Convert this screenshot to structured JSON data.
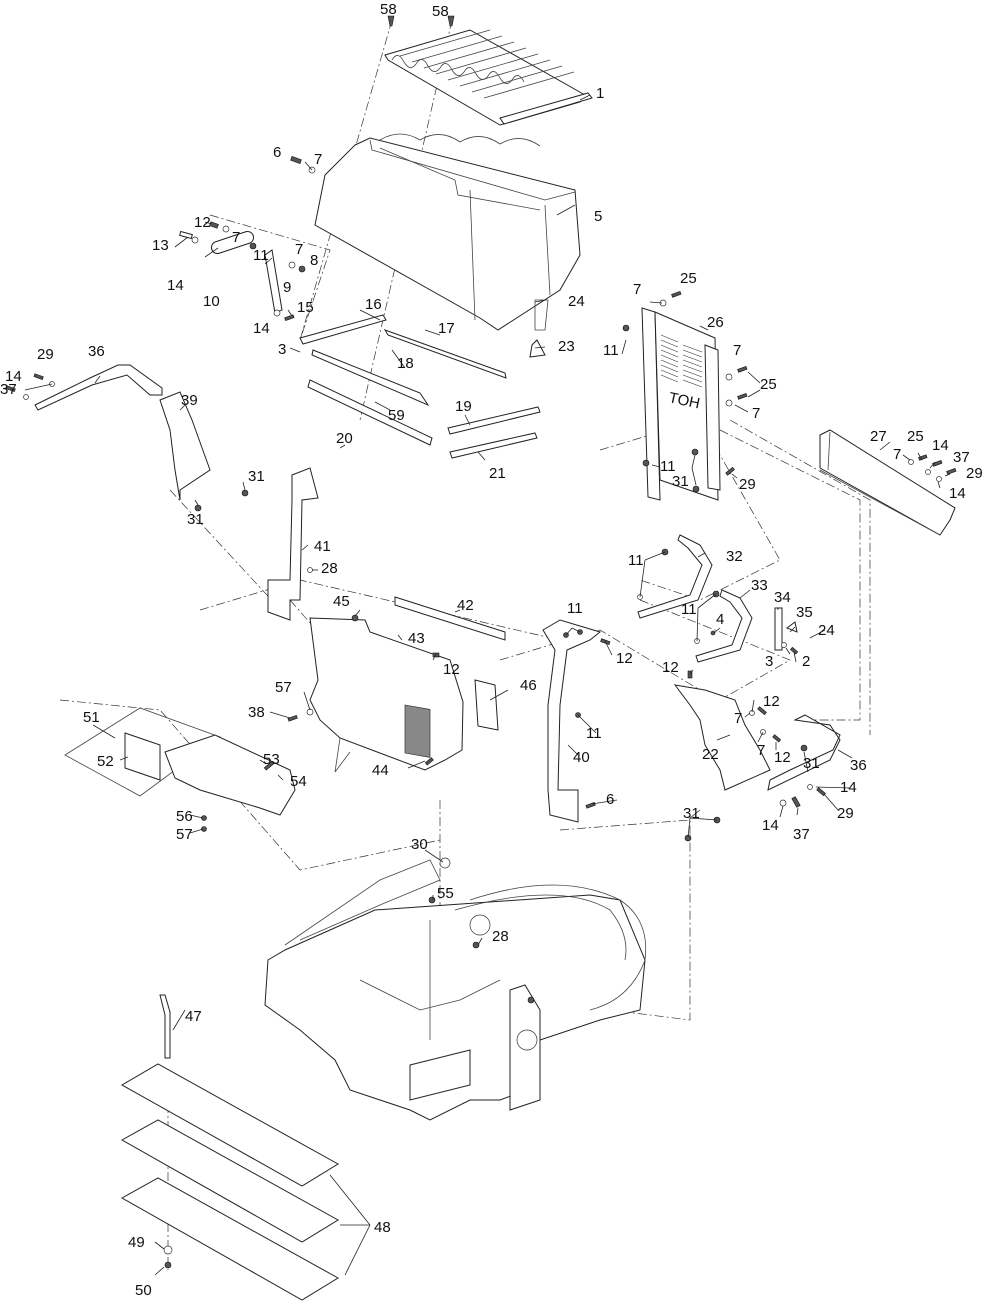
{
  "diagram": {
    "title": "Exploded parts view — seat, hopper and control tower assembly",
    "colors": {
      "line": "#222222",
      "background": "#ffffff",
      "text": "#111111"
    },
    "grille_lettering": "TOH",
    "callouts": [
      {
        "id": "c58a",
        "label": "58"
      },
      {
        "id": "c58b",
        "label": "58"
      },
      {
        "id": "c1",
        "label": "1"
      },
      {
        "id": "c6a",
        "label": "6"
      },
      {
        "id": "c7a",
        "label": "7"
      },
      {
        "id": "c5",
        "label": "5"
      },
      {
        "id": "c12a",
        "label": "12"
      },
      {
        "id": "c7b",
        "label": "7"
      },
      {
        "id": "c13",
        "label": "13"
      },
      {
        "id": "c11a",
        "label": "11"
      },
      {
        "id": "c7c",
        "label": "7"
      },
      {
        "id": "c8",
        "label": "8"
      },
      {
        "id": "c14a",
        "label": "14"
      },
      {
        "id": "c9",
        "label": "9"
      },
      {
        "id": "c10",
        "label": "10"
      },
      {
        "id": "c14b",
        "label": "14"
      },
      {
        "id": "c15",
        "label": "15"
      },
      {
        "id": "c16",
        "label": "16"
      },
      {
        "id": "c3a",
        "label": "3"
      },
      {
        "id": "c17",
        "label": "17"
      },
      {
        "id": "c18",
        "label": "18"
      },
      {
        "id": "c59",
        "label": "59"
      },
      {
        "id": "c20",
        "label": "20"
      },
      {
        "id": "c19",
        "label": "19"
      },
      {
        "id": "c21",
        "label": "21"
      },
      {
        "id": "c24a",
        "label": "24"
      },
      {
        "id": "c23",
        "label": "23"
      },
      {
        "id": "c29a",
        "label": "29"
      },
      {
        "id": "c36a",
        "label": "36"
      },
      {
        "id": "c14c",
        "label": "14"
      },
      {
        "id": "c37a",
        "label": "37"
      },
      {
        "id": "c39",
        "label": "39"
      },
      {
        "id": "c31a",
        "label": "31"
      },
      {
        "id": "c31b",
        "label": "31"
      },
      {
        "id": "c7d",
        "label": "7"
      },
      {
        "id": "c25a",
        "label": "25"
      },
      {
        "id": "c11b",
        "label": "11"
      },
      {
        "id": "c26",
        "label": "26"
      },
      {
        "id": "c7e",
        "label": "7"
      },
      {
        "id": "c25b",
        "label": "25"
      },
      {
        "id": "c7f",
        "label": "7"
      },
      {
        "id": "c11c",
        "label": "11"
      },
      {
        "id": "c31c",
        "label": "31"
      },
      {
        "id": "c29b",
        "label": "29"
      },
      {
        "id": "c27",
        "label": "27"
      },
      {
        "id": "c7g",
        "label": "7"
      },
      {
        "id": "c25c",
        "label": "25"
      },
      {
        "id": "c14d",
        "label": "14"
      },
      {
        "id": "c37b",
        "label": "37"
      },
      {
        "id": "c29c",
        "label": "29"
      },
      {
        "id": "c14e",
        "label": "14"
      },
      {
        "id": "c41",
        "label": "41"
      },
      {
        "id": "c28a",
        "label": "28"
      },
      {
        "id": "c11d",
        "label": "11"
      },
      {
        "id": "c32",
        "label": "32"
      },
      {
        "id": "c11e",
        "label": "11"
      },
      {
        "id": "c33",
        "label": "33"
      },
      {
        "id": "c34",
        "label": "34"
      },
      {
        "id": "c35",
        "label": "35"
      },
      {
        "id": "c4",
        "label": "4"
      },
      {
        "id": "c24b",
        "label": "24"
      },
      {
        "id": "c3b",
        "label": "3"
      },
      {
        "id": "c2",
        "label": "2"
      },
      {
        "id": "c45",
        "label": "45"
      },
      {
        "id": "c42",
        "label": "42"
      },
      {
        "id": "c43",
        "label": "43"
      },
      {
        "id": "c12b",
        "label": "12"
      },
      {
        "id": "c11f",
        "label": "11"
      },
      {
        "id": "c12c",
        "label": "12"
      },
      {
        "id": "c46",
        "label": "46"
      },
      {
        "id": "c57a",
        "label": "57"
      },
      {
        "id": "c38",
        "label": "38"
      },
      {
        "id": "c11g",
        "label": "11"
      },
      {
        "id": "c40",
        "label": "40"
      },
      {
        "id": "c44",
        "label": "44"
      },
      {
        "id": "c12d",
        "label": "12"
      },
      {
        "id": "c12e",
        "label": "12"
      },
      {
        "id": "c7h",
        "label": "7"
      },
      {
        "id": "c22",
        "label": "22"
      },
      {
        "id": "c7i",
        "label": "7"
      },
      {
        "id": "c12f",
        "label": "12"
      },
      {
        "id": "c31d",
        "label": "31"
      },
      {
        "id": "c36b",
        "label": "36"
      },
      {
        "id": "c14f",
        "label": "14"
      },
      {
        "id": "c29d",
        "label": "29"
      },
      {
        "id": "c14g",
        "label": "14"
      },
      {
        "id": "c37c",
        "label": "37"
      },
      {
        "id": "c6b",
        "label": "6"
      },
      {
        "id": "c31e",
        "label": "31"
      },
      {
        "id": "c51",
        "label": "51"
      },
      {
        "id": "c52",
        "label": "52"
      },
      {
        "id": "c53",
        "label": "53"
      },
      {
        "id": "c54",
        "label": "54"
      },
      {
        "id": "c56",
        "label": "56"
      },
      {
        "id": "c57b",
        "label": "57"
      },
      {
        "id": "c30",
        "label": "30"
      },
      {
        "id": "c55",
        "label": "55"
      },
      {
        "id": "c28b",
        "label": "28"
      },
      {
        "id": "c47",
        "label": "47"
      },
      {
        "id": "c48",
        "label": "48"
      },
      {
        "id": "c49",
        "label": "49"
      },
      {
        "id": "c50",
        "label": "50"
      }
    ]
  }
}
